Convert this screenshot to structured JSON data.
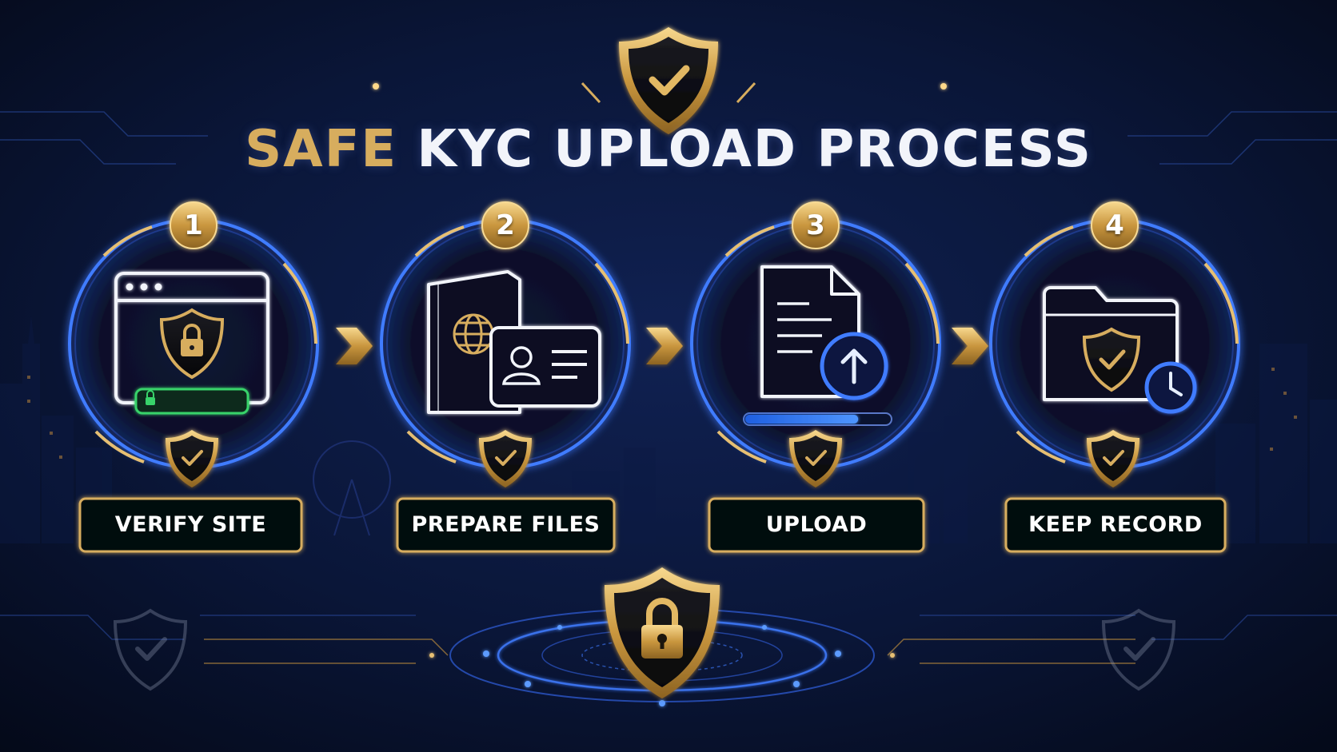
{
  "title": {
    "accent": "SAFE",
    "rest": "KYC UPLOAD PROCESS"
  },
  "colors": {
    "background": "#050b1f",
    "gold": "#d7ad5e",
    "blue_glow": "#3f7bff",
    "green_glow": "#37d36b",
    "white": "#f2f4fa"
  },
  "steps": [
    {
      "number": "1",
      "label": "VERIFY SITE",
      "icon": "browser-lock-icon"
    },
    {
      "number": "2",
      "label": "PREPARE FILES",
      "icon": "passport-id-card-icon"
    },
    {
      "number": "3",
      "label": "UPLOAD",
      "icon": "document-upload-icon",
      "progress": 0.78
    },
    {
      "number": "4",
      "label": "KEEP RECORD",
      "icon": "folder-shield-clock-icon"
    }
  ],
  "icons": {
    "header": "shield-check-icon",
    "footer": "shield-padlock-icon",
    "connector": "chevron-right-icon",
    "badge": "shield-check-icon"
  }
}
